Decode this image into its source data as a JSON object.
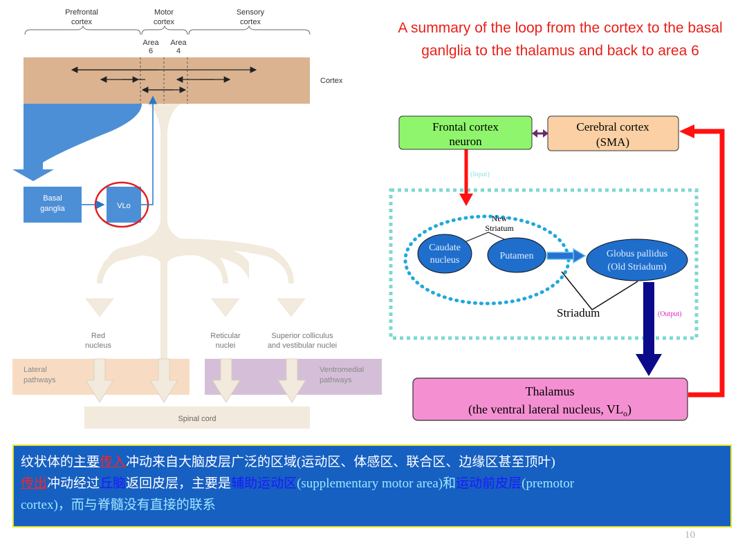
{
  "title": "A summary of the loop from the cortex to the basal ganlglia to the thalamus and back to area 6",
  "left_diagram": {
    "prefrontal": [
      "Prefrontal",
      "cortex"
    ],
    "motor": [
      "Motor",
      "cortex"
    ],
    "sensory": [
      "Sensory",
      "cortex"
    ],
    "area6": [
      "Area",
      "6"
    ],
    "area4": [
      "Area",
      "4"
    ],
    "cortex_label": "Cortex",
    "basal_ganglia": [
      "Basal",
      "ganglia"
    ],
    "vlo": "VLo",
    "red_nucleus": [
      "Red",
      "nucleus"
    ],
    "reticular": [
      "Reticular",
      "nuclei"
    ],
    "superior": [
      "Superior colliculus",
      "and vestibular nuclei"
    ],
    "lateral": [
      "Lateral",
      "pathways"
    ],
    "ventromedial": [
      "Ventromedial",
      "pathways"
    ],
    "spinal_cord": "Spinal cord",
    "colors": {
      "cortex": "#dbb390",
      "blue": "#4d8fd6",
      "tract": "#f2eadc",
      "lateral": "#f7dcc3",
      "ventromedial": "#d5bfd8",
      "circle": "#e01e1e"
    }
  },
  "right_diagram": {
    "frontal": [
      "Frontal cortex",
      "neuron"
    ],
    "cerebral": [
      "Cerebral  cortex",
      "(SMA)"
    ],
    "input": "(Input)",
    "new_striatum": [
      "New",
      "Striatum"
    ],
    "caudate": [
      "Caudate",
      "nucleus"
    ],
    "putamen": "Putamen",
    "globus": [
      "Globus pallidus",
      "(Old Striadum)"
    ],
    "striadum": "Striadum",
    "output": "(Output)",
    "thalamus": [
      "Thalamus",
      "(the ventral lateral nucleus, VL",
      "o",
      ")"
    ],
    "colors": {
      "frontal": "#8ef56c",
      "cerebral": "#fad0a4",
      "thalamus": "#f48fd2",
      "oval": "#1f6ecc",
      "dotted": "#7fd8d0",
      "loop_arrow": "#ff1111",
      "output_arrow": "#0a0a8a"
    }
  },
  "caption": {
    "l1_a": "纹状体的",
    "l1_b": "主要",
    "l1_c": "传入",
    "l1_d": "冲动来自大脑皮层广泛的区域(运动区、体感区、联合区、边缘区甚至顶叶)",
    "l2_a": "传出",
    "l2_b": "冲动经过",
    "l2_c": "丘脑",
    "l2_d": "返回皮层，主要是",
    "l2_e": "辅助运动区",
    "l2_f": "(supplementary motor area)和",
    "l2_g": "运动前皮层",
    "l2_h": "(premotor",
    "l3": "cortex)，而与脊髓没有直接的联系"
  },
  "page_number": "10"
}
